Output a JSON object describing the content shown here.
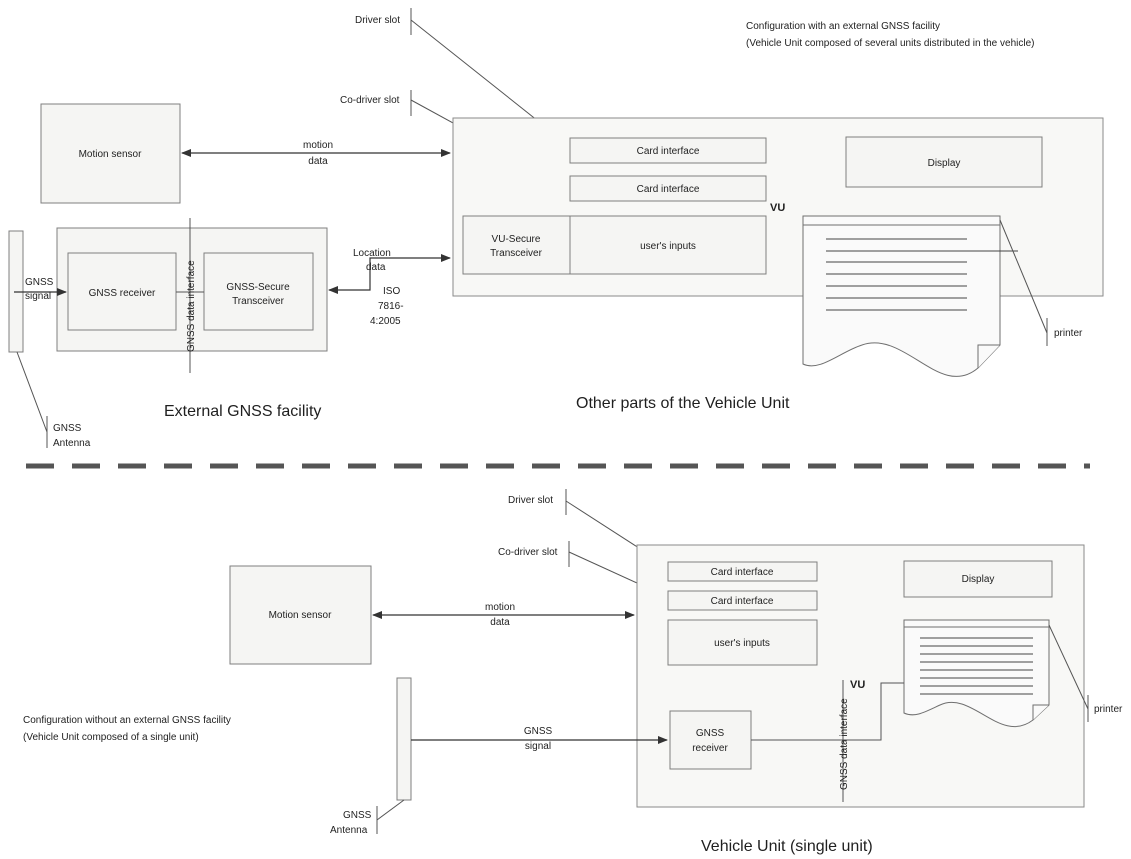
{
  "top_section": {
    "note_line1": "Configuration with an external GNSS facility",
    "note_line2": "(Vehicle Unit composed of several units distributed in the vehicle)",
    "driver_slot": "Driver slot",
    "codriver_slot": "Co-driver slot",
    "motion_sensor": "Motion sensor",
    "motion_data_line1": "motion",
    "motion_data_line2": "data",
    "card_interface_1": "Card interface",
    "card_interface_2": "Card interface",
    "display": "Display",
    "vu_label": "VU",
    "vu_secure_line1": "VU-Secure",
    "vu_secure_line2": "Transceiver",
    "users_inputs": "user's inputs",
    "location_line1": "Location",
    "location_line2": "data",
    "iso_line1": "ISO",
    "iso_line2": "7816-",
    "iso_line3": "4:2005",
    "gnss_signal_line1": "GNSS",
    "gnss_signal_line2": "signal",
    "gnss_receiver": "GNSS receiver",
    "gnss_data_interface": "GNSS data interface",
    "gnss_secure_line1": "GNSS-Secure",
    "gnss_secure_line2": "Transceiver",
    "printer": "printer",
    "gnss_antenna_line1": "GNSS",
    "gnss_antenna_line2": "Antenna",
    "external_facility_caption": "External GNSS facility",
    "other_parts_caption": "Other parts of the Vehicle Unit"
  },
  "bottom_section": {
    "driver_slot": "Driver slot",
    "codriver_slot": "Co-driver slot",
    "motion_sensor": "Motion sensor",
    "motion_data_line1": "motion",
    "motion_data_line2": "data",
    "card_interface_1": "Card interface",
    "card_interface_2": "Card interface",
    "display": "Display",
    "users_inputs": "user's inputs",
    "vu_label": "VU",
    "note_line1": "Configuration without an external GNSS facility",
    "note_line2": "(Vehicle Unit composed of a single unit)",
    "gnss_signal_line1": "GNSS",
    "gnss_signal_line2": "signal",
    "gnss_receiver_line1": "GNSS",
    "gnss_receiver_line2": "receiver",
    "gnss_data_interface": "GNSS data interface",
    "printer": "printer",
    "gnss_antenna_line1": "GNSS",
    "gnss_antenna_line2": "Antenna",
    "vehicle_unit_caption": "Vehicle Unit (single unit)"
  }
}
